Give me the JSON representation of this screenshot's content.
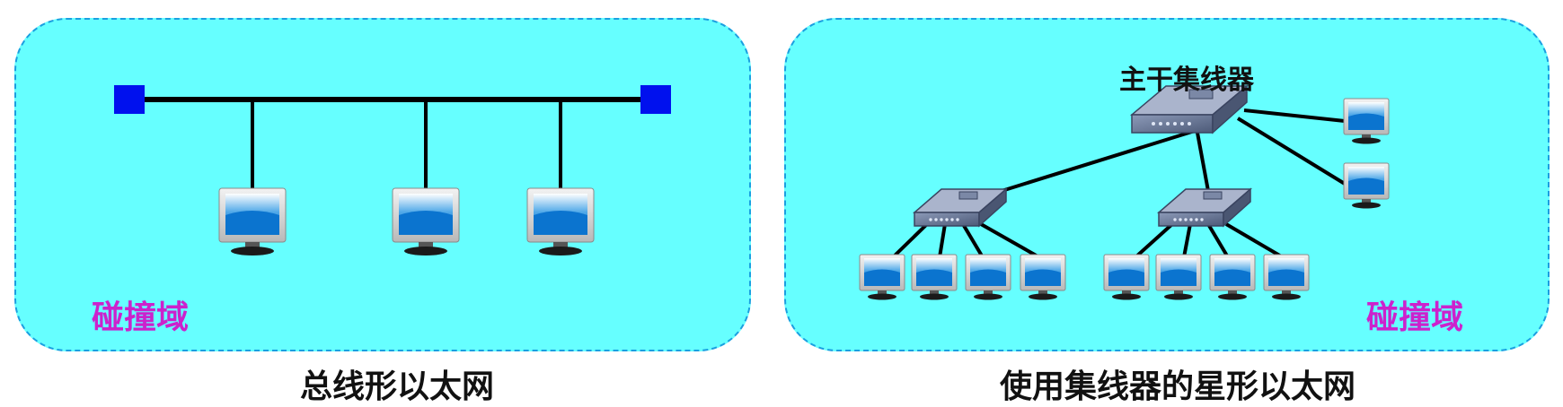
{
  "colors": {
    "panel_fill": "#66ffff",
    "panel_border": "#1a9fe0",
    "terminator": "#0011ee",
    "collision_label": "#cc22cc",
    "cable": "#000000"
  },
  "left_panel": {
    "caption": "总线形以太网",
    "collision_domain_label": "碰撞域",
    "bus_terminators": 2,
    "computers": 3
  },
  "right_panel": {
    "caption": "使用集线器的星形以太网",
    "collision_domain_label": "碰撞域",
    "backbone_hub_label": "主干集线器",
    "hubs": 3,
    "computers": 10
  },
  "icons": [
    "bus-terminator-icon",
    "computer-icon",
    "hub-icon"
  ]
}
